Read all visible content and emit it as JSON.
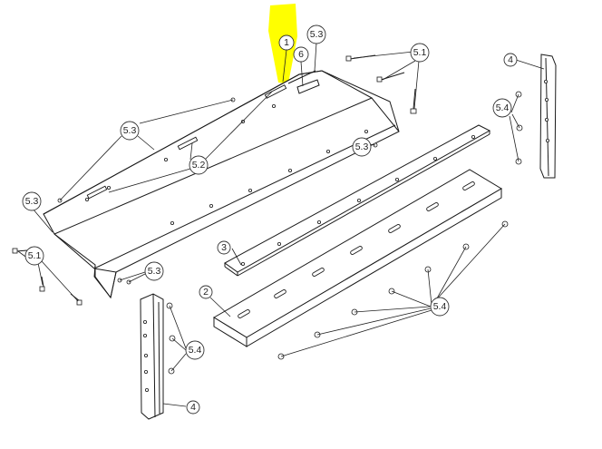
{
  "highlight_color": "#ffff00",
  "labels": {
    "part_1": "1",
    "part_2": "2",
    "part_3": "3",
    "part_4_top": "4",
    "part_4_bottom": "4",
    "part_6": "6",
    "bolt_5_1_top": "5.1",
    "bolt_5_1_left": "5.1",
    "nut_5_4_right": "5.4",
    "nut_5_4_left": "5.4",
    "nut_5_4_bottom": "5.4",
    "washer_5_3_top": "5.3",
    "washer_5_3_upper_left": "5.3",
    "washer_5_3_mid": "5.3",
    "washer_5_3_left": "5.3",
    "washer_5_3_bottom": "5.3",
    "bracket_5_2": "5.2"
  }
}
